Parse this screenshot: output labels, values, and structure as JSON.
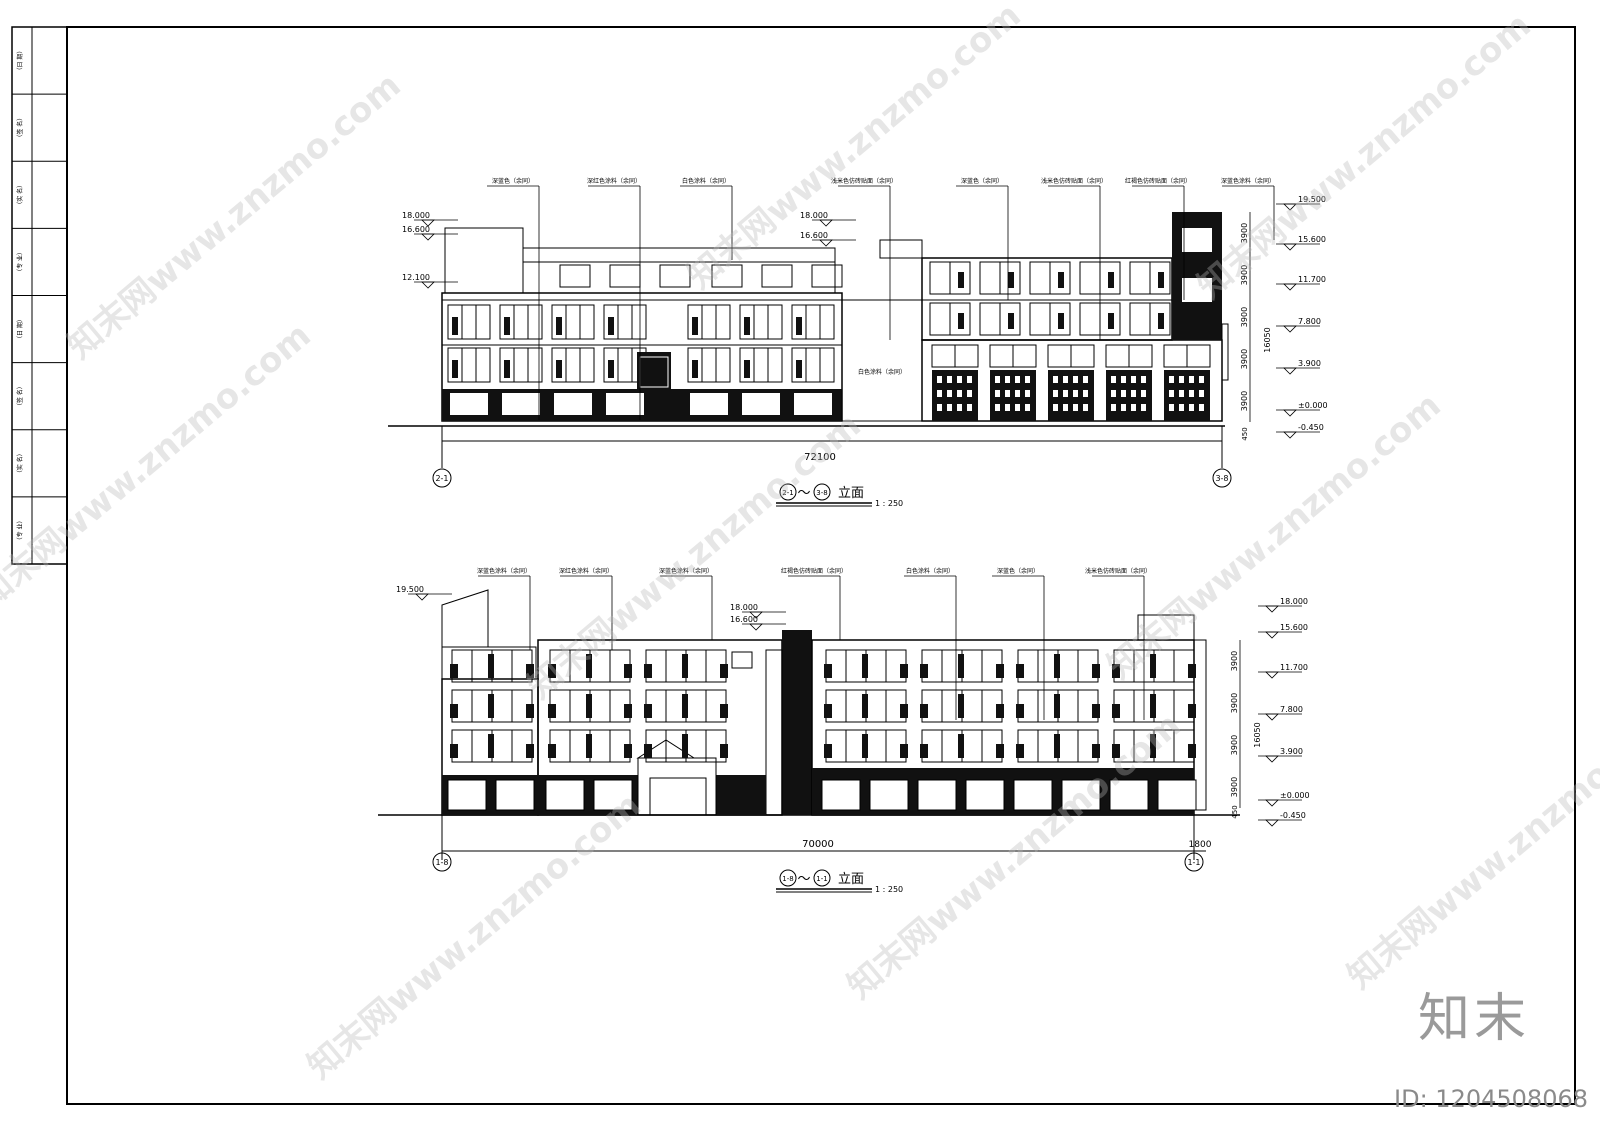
{
  "title_block": {
    "rows": [
      "（日 期）",
      "（签 名）",
      "（实 名）",
      "（专 业）",
      "（日 期）",
      "（签 名）",
      "（实 名）",
      "（专 业）"
    ]
  },
  "elevation1": {
    "title_axis_a": "2-1",
    "title_axis_b": "3-8",
    "title_sep": "～",
    "title_word": "立面",
    "scale": "1 : 250",
    "total_dim": "72100",
    "grid_left": "2-1",
    "grid_right": "3-8",
    "annotations": [
      "深蓝色（余同）",
      "深红色涂料（余同）",
      "白色涂料（余同）",
      "浅米色仿砖贴面（余同）",
      "深蓝色（余同）",
      "浅米色仿砖贴面（余同）",
      "红褐色仿砖贴面（余同）",
      "深蓝色涂料（余同）"
    ],
    "inner_note": "白色涂料（余同）",
    "left_levels": [
      "18.000",
      "16.600",
      "12.100"
    ],
    "mid_levels": [
      "16.600",
      "18.000"
    ],
    "right_levels": [
      "19.500",
      "15.600",
      "11.700",
      "7.800",
      "3.900",
      "±0.000",
      "-0.450"
    ],
    "floor_dims": [
      "3900",
      "3900",
      "3900",
      "3900",
      "3900"
    ],
    "total_height": "16050",
    "base_dim": "450"
  },
  "elevation2": {
    "title_axis_a": "1-8",
    "title_axis_b": "1-1",
    "title_sep": "～",
    "title_word": "立面",
    "scale": "1 : 250",
    "total_dim": "70000",
    "side_dim": "1800",
    "grid_left": "1-8",
    "grid_right": "1-1",
    "annotations": [
      "深蓝色涂料（余同）",
      "深红色涂料（余同）",
      "深蓝色涂料（余同）",
      "红褐色仿砖贴面（余同）",
      "白色涂料（余同）",
      "深蓝色（余同）",
      "浅米色仿砖贴面（余同）"
    ],
    "left_levels": [
      "19.500"
    ],
    "mid_levels": [
      "18.000",
      "16.600"
    ],
    "right_levels": [
      "18.000",
      "15.600",
      "11.700",
      "7.800",
      "3.900",
      "±0.000",
      "-0.450"
    ],
    "floor_dims": [
      "3900",
      "3900",
      "3900",
      "3900"
    ],
    "total_height": "16050",
    "base_dim": "450"
  },
  "watermarks": [
    "知末网www.znzmo.com",
    "知末网www.znzmo.com",
    "知末网www.znzmo.com",
    "知末网www.znzmo.com",
    "知末网www.znzmo.com",
    "知末网www.znzmo.com",
    "知末网www.znzmo.com",
    "知末网www.znzmo.com",
    "知末网www.znzmo.com"
  ],
  "brand": "知末",
  "drawing_id": "ID: 1204508068"
}
